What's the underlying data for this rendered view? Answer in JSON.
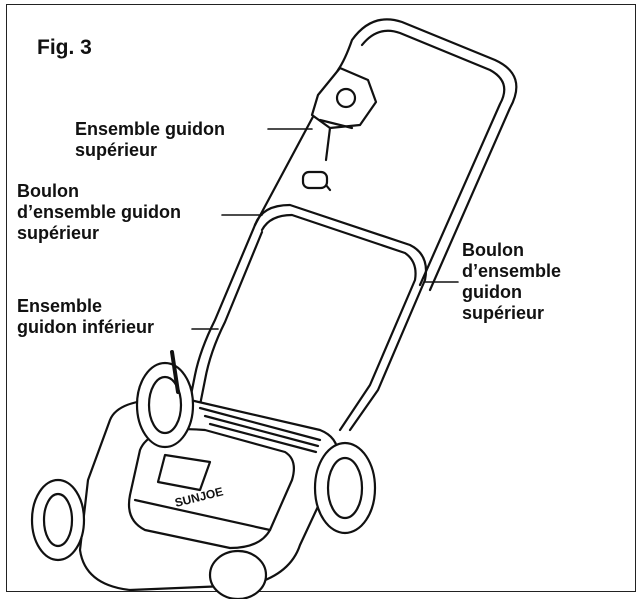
{
  "figure_label": "Fig. 3",
  "callouts": {
    "upper_handle_assembly": "Ensemble guidon\nsupérieur",
    "upper_handle_bolt_left": "Boulon\nd’ensemble guidon\nsupérieur",
    "lower_handle_assembly": "Ensemble\nguidon inférieur",
    "upper_handle_bolt_right": "Boulon\nd’ensemble\nguidon\nsupérieur"
  },
  "brand_logo_text": "SUNJOE"
}
